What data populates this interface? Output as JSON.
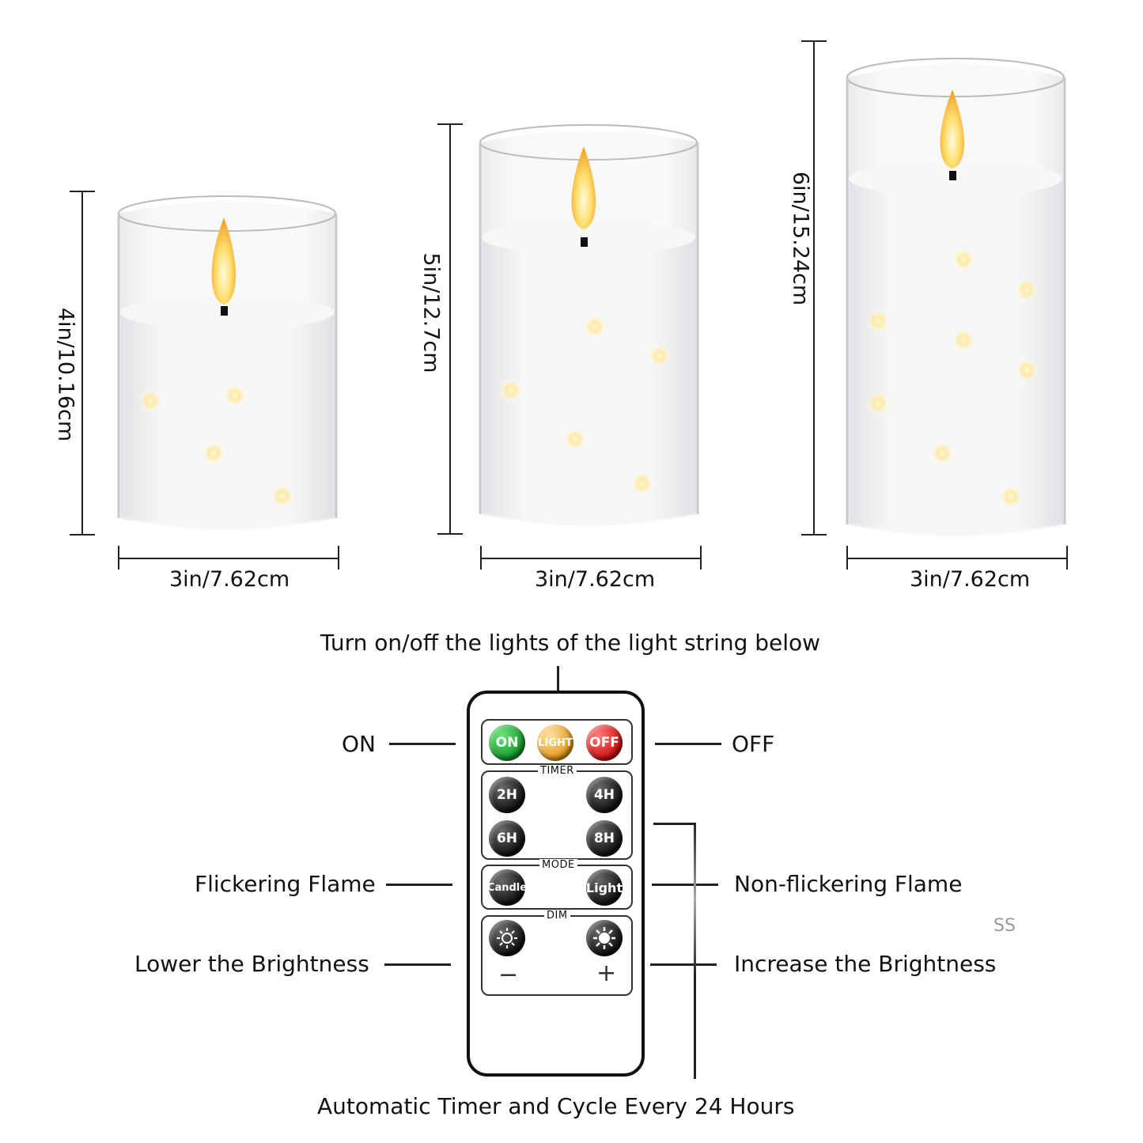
{
  "candles": {
    "small": {
      "height_label": "4in/10.16cm",
      "width_label": "3in/7.62cm"
    },
    "medium": {
      "height_label": "5in/12.7cm",
      "width_label": "3in/7.62cm"
    },
    "large": {
      "height_label": "6in/15.24cm",
      "width_label": "3in/7.62cm"
    }
  },
  "callouts": {
    "top": "Turn on/off the lights of the light string below",
    "on": "ON",
    "off": "OFF",
    "flicker": "Flickering Flame",
    "nonflicker": "Non-flickering Flame",
    "lower": "Lower the Brightness",
    "increase": "Increase the Brightness",
    "bottom": "Automatic Timer and Cycle Every 24 Hours",
    "watermark": "SS"
  },
  "remote": {
    "power": {
      "on": "ON",
      "light": "LIGHT",
      "off": "OFF"
    },
    "timer": {
      "title": "TIMER",
      "b2": "2H",
      "b4": "4H",
      "b6": "6H",
      "b8": "8H"
    },
    "mode": {
      "title": "MODE",
      "candle": "Candle",
      "light": "Light"
    },
    "dim": {
      "title": "DIM",
      "minus": "−",
      "plus": "+"
    }
  },
  "colors": {
    "on": "#129a2a",
    "light": "#e49a1a",
    "off": "#cc1010"
  }
}
